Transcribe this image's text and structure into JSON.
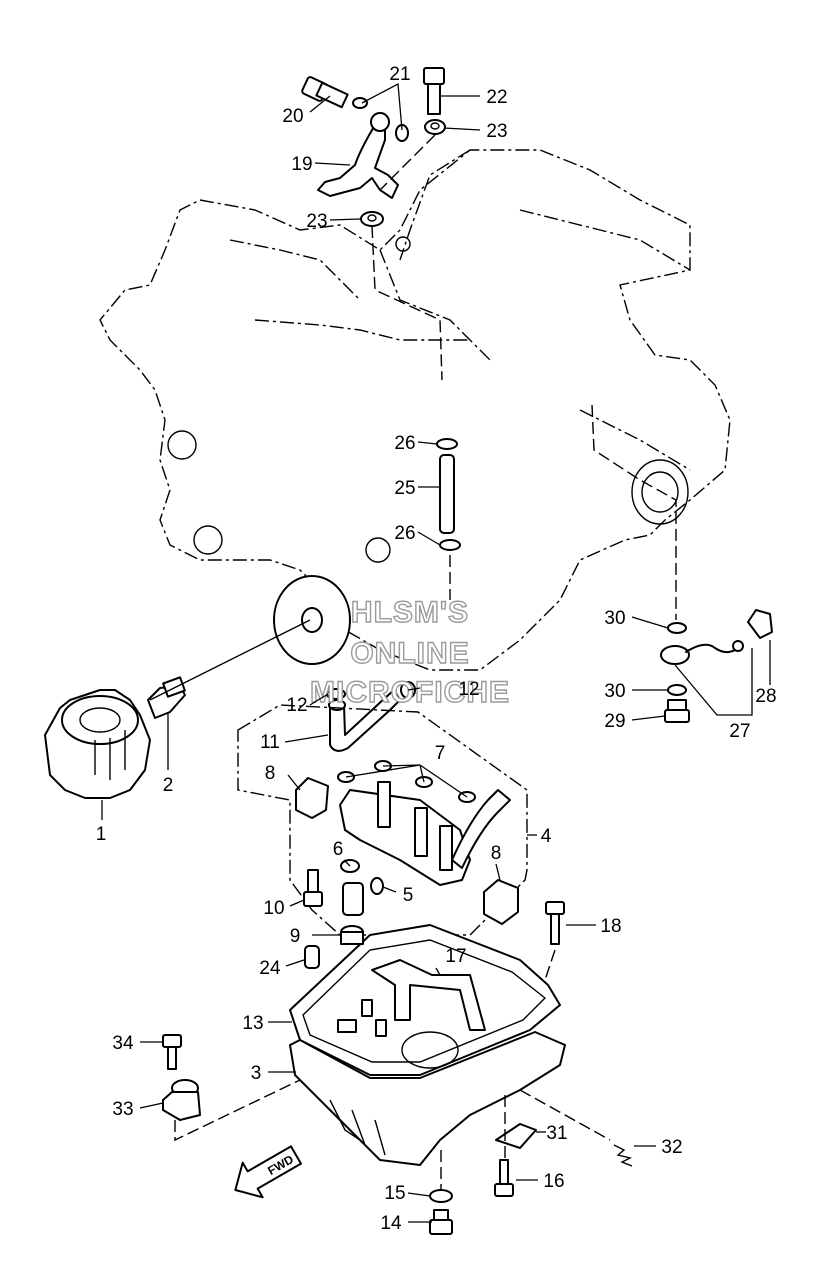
{
  "watermark": {
    "line1": "HLSM'S",
    "line2": "ONLINE",
    "line3": "MICROFICHE"
  },
  "direction_arrow": {
    "label": "FWD"
  },
  "callouts": {
    "c1": "1",
    "c2": "2",
    "c3": "3",
    "c4": "4",
    "c5": "5",
    "c6": "6",
    "c7": "7",
    "c8a": "8",
    "c8b": "8",
    "c9": "9",
    "c10": "10",
    "c11": "11",
    "c12a": "12",
    "c12b": "12",
    "c13": "13",
    "c14": "14",
    "c15": "15",
    "c16": "16",
    "c17": "17",
    "c18": "18",
    "c19": "19",
    "c20": "20",
    "c21": "21",
    "c22": "22",
    "c23a": "23",
    "c23b": "23",
    "c24": "24",
    "c25": "25",
    "c26a": "26",
    "c26b": "26",
    "c27": "27",
    "c28": "28",
    "c29": "29",
    "c30a": "30",
    "c30b": "30",
    "c31": "31",
    "c32": "32",
    "c33": "33",
    "c34": "34"
  }
}
